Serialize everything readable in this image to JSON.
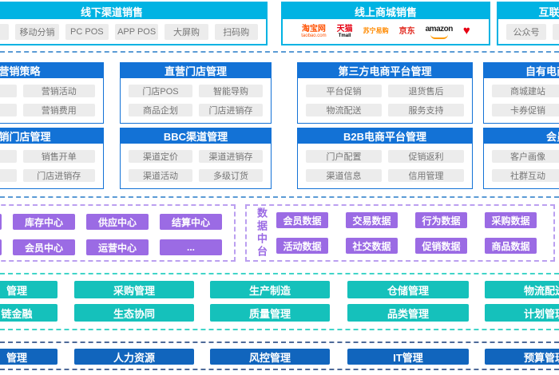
{
  "palette": {
    "cyan": "#00b3e3",
    "blue": "#1372d6",
    "deep_blue": "#1165bd",
    "purple": "#9b6be4",
    "teal": "#15c1bb",
    "gray_chip": "#ececec"
  },
  "top_row": {
    "offline": {
      "title": "线下渠道销售",
      "items": [
        "",
        "移动分销",
        "PC POS",
        "APP POS",
        "大屏购",
        "扫码购"
      ]
    },
    "online": {
      "title": "线上商城销售",
      "logos": [
        {
          "name": "taobao",
          "text": "淘宝网",
          "sub": "taobao.com"
        },
        {
          "name": "tmall",
          "text": "天猫",
          "sub": "Tmall"
        },
        {
          "name": "suning",
          "text": "苏宁易购",
          "sub": ""
        },
        {
          "name": "jd",
          "text": "京东",
          "sub": ""
        },
        {
          "name": "amazon",
          "text": "amazon",
          "sub": ""
        },
        {
          "name": "heart",
          "text": "♥",
          "sub": ""
        }
      ]
    },
    "internet": {
      "title": "互联网营销",
      "items": [
        "公众号",
        ""
      ]
    }
  },
  "row1": [
    {
      "title": "营销策略",
      "cells": [
        "",
        "营销活动",
        "",
        "营销费用"
      ]
    },
    {
      "title": "直营门店管理",
      "cells": [
        "门店POS",
        "智能导购",
        "商品企划",
        "门店进销存"
      ]
    },
    {
      "title": "第三方电商平台管理",
      "cells": [
        "平台促销",
        "退货售后",
        "物流配送",
        "服务支持"
      ]
    },
    {
      "title": "自有电商平台管理",
      "cells": [
        "商城建站",
        "",
        "卡券促销",
        ""
      ]
    }
  ],
  "row2": [
    {
      "title": "分销门店管理",
      "cells": [
        "",
        "销售开单",
        "",
        "门店进销存"
      ]
    },
    {
      "title": "BBC渠道管理",
      "cells": [
        "渠道定价",
        "渠道进销存",
        "渠道活动",
        "多级订货"
      ]
    },
    {
      "title": "B2B电商平台管理",
      "cells": [
        "门户配置",
        "促销返利",
        "渠道信息",
        "信用管理"
      ]
    },
    {
      "title": "会员管理",
      "cells": [
        "客户画像",
        "",
        "社群互动",
        ""
      ]
    }
  ],
  "middle": {
    "business": {
      "rows": [
        [
          "",
          "库存中心",
          "供应中心",
          "结算中心"
        ],
        [
          "",
          "会员中心",
          "运营中心",
          "..."
        ]
      ]
    },
    "data": {
      "label": "数据中台",
      "rows": [
        [
          "会员数据",
          "交易数据",
          "行为数据",
          "采购数据"
        ],
        [
          "活动数据",
          "社交数据",
          "促销数据",
          "商品数据"
        ]
      ]
    }
  },
  "backend": {
    "rows": [
      [
        "管理",
        "采购管理",
        "生产制造",
        "仓储管理",
        "物流配送"
      ],
      [
        "链金融",
        "生态协同",
        "质量管理",
        "品类管理",
        "计划管理"
      ]
    ]
  },
  "bottom": {
    "items": [
      "管理",
      "人力资源",
      "风控管理",
      "IT管理",
      "预算管理"
    ]
  }
}
